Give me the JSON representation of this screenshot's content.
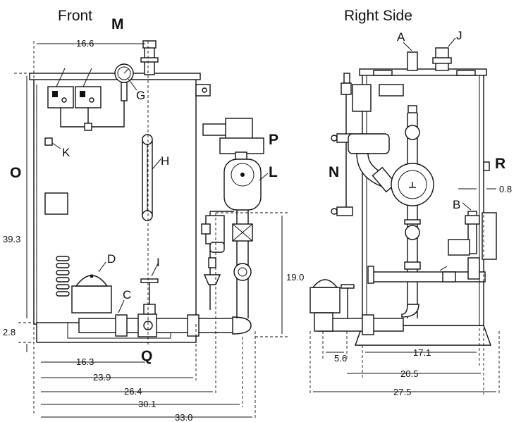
{
  "titles": {
    "front": "Front",
    "right_side": "Right Side"
  },
  "labels": {
    "A": "A",
    "B": "B",
    "C": "C",
    "D": "D",
    "G": "G",
    "H": "H",
    "I": "I",
    "J": "J",
    "K": "K",
    "L": "L",
    "M": "M",
    "N": "N",
    "O": "O",
    "P": "P",
    "Q": "Q",
    "R": "R"
  },
  "dimensions": {
    "d16_6": "16.6",
    "d39_3": "39.3",
    "d2_8": "2.8",
    "d16_3": "16.3",
    "d23_9": "23.9",
    "d26_4": "26.4",
    "d30_1": "30.1",
    "d33_0": "33.0",
    "d19_0": "19.0",
    "d0_8": "0.8",
    "d5_6": "5.6",
    "d17_1": "17.1",
    "d20_5": "20.5",
    "d27_5": "27.5"
  }
}
